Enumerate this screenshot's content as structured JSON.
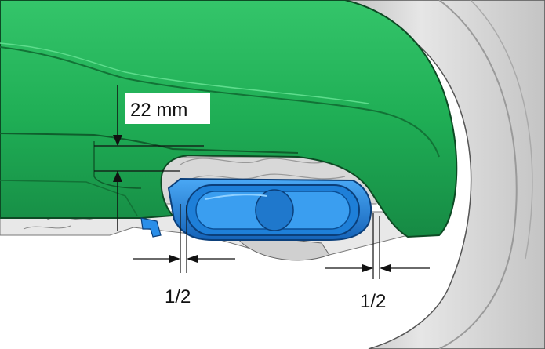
{
  "figure": {
    "labels": {
      "clearance_vertical": "22 mm",
      "gap_left": "1/2",
      "gap_right": "1/2"
    },
    "colors": {
      "bumper": "#1fae55",
      "bumper_light": "#3fcf73",
      "bumper_dark": "#137a3a",
      "exhaust_tip": "#2a8ee8",
      "exhaust_dark": "#1563b8",
      "chassis": "#d9d9d9",
      "tire": "#cfcfcf"
    },
    "icons": [
      "dimension-arrow",
      "leader-line"
    ]
  }
}
